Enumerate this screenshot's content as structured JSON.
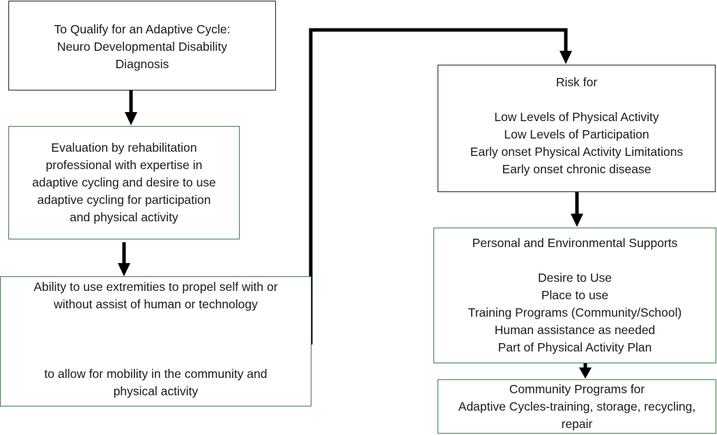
{
  "boxes": {
    "qualify": {
      "lines": [
        "To Qualify for an Adaptive Cycle:",
        "Neuro Developmental Disability",
        "Diagnosis"
      ]
    },
    "evaluation": {
      "lines": [
        "Evaluation by rehabilitation",
        "professional with expertise in",
        "adaptive cycling and desire to use",
        "adaptive cycling for participation",
        "and physical activity"
      ]
    },
    "ability": {
      "lines_top": [
        "Ability to use extremities to propel self with or",
        "without assist of human or technology"
      ],
      "lines_bottom": [
        "to allow for mobility in the community and",
        "physical activity"
      ]
    },
    "risk": {
      "heading": "Risk for",
      "lines": [
        "Low Levels of Physical Activity",
        "Low Levels of Participation",
        "Early onset Physical Activity Limitations",
        "Early onset chronic disease"
      ]
    },
    "supports": {
      "heading": "Personal and Environmental Supports",
      "lines": [
        "Desire to Use",
        "Place to use",
        "Training Programs (Community/School)",
        "Human assistance as needed",
        "Part of Physical Activity Plan"
      ]
    },
    "community": {
      "lines": [
        "Community Programs for",
        "Adaptive Cycles-training, storage, recycling,",
        "repair"
      ]
    }
  },
  "colors": {
    "black_border": "#222222",
    "green_border": "#3f7d4f",
    "arrow": "#000000"
  }
}
